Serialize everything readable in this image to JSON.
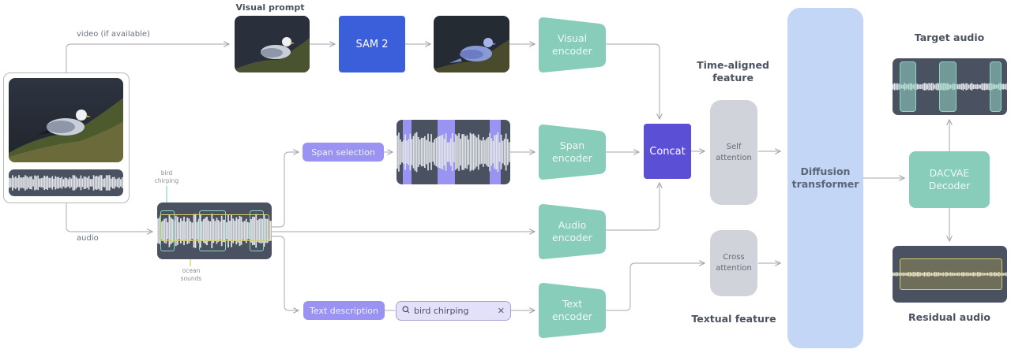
{
  "diagram": {
    "title": "Audio separation pipeline with visual, span and text prompts",
    "colors": {
      "encoder": "#88cdb9",
      "sam": "#3b5fdb",
      "concat": "#5b4fd6",
      "prompt_pill": "#9b93f1",
      "attention": "#d1d3da",
      "diffusion": "#c3d6f6",
      "wave_panel": "#4a5262",
      "bird_highlight": "#8fd3c3",
      "ocean_highlight": "#d6cc6a"
    },
    "input": {
      "video_label": "video (if available)",
      "audio_label": "audio",
      "annotations": {
        "bird": "bird chirping",
        "ocean": "ocean sounds"
      }
    },
    "visual_branch": {
      "heading": "Visual prompt",
      "sam_label": "SAM 2",
      "encoder_label_line1": "Visual",
      "encoder_label_line2": "encoder"
    },
    "span_branch": {
      "pill_label": "Span selection",
      "encoder_label_line1": "Span",
      "encoder_label_line2": "encoder"
    },
    "audio_branch": {
      "encoder_label_line1": "Audio",
      "encoder_label_line2": "encoder"
    },
    "text_branch": {
      "pill_label": "Text description",
      "search_value": "bird chirping",
      "search_icon": "search-icon",
      "clear_icon": "close-icon",
      "encoder_label_line1": "Text",
      "encoder_label_line2": "encoder"
    },
    "fusion": {
      "concat_label": "Concat",
      "time_aligned_heading_line1": "Time-aligned",
      "time_aligned_heading_line2": "feature",
      "self_attention_line1": "Self",
      "self_attention_line2": "attention",
      "cross_attention_line1": "Cross",
      "cross_attention_line2": "attention",
      "textual_heading": "Textual feature"
    },
    "model": {
      "diffusion_line1": "Diffusion",
      "diffusion_line2": "transformer",
      "decoder_line1": "DACVAE",
      "decoder_line2": "Decoder"
    },
    "outputs": {
      "target_heading": "Target audio",
      "residual_heading": "Residual audio"
    }
  }
}
